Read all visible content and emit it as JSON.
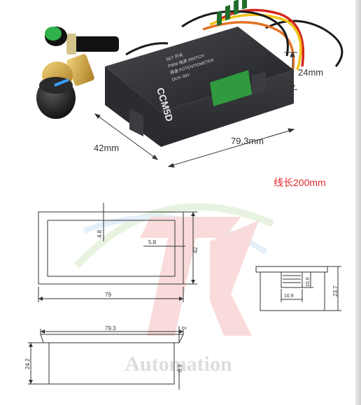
{
  "device": {
    "model_label": "CCM5D",
    "panel_row_1": "SET  开关",
    "panel_row_2": "PWM  电源 SWITCH",
    "panel_row_3": "调速 POTENTIOMETER",
    "panel_row_4": "DC9~30V"
  },
  "dimensions_photo": {
    "height": "24mm",
    "depth": "42mm",
    "width": "79.3mm",
    "wire_length": "线长200mm"
  },
  "drawing_front": {
    "width": "79",
    "height": "42",
    "offset_top": "4.8",
    "offset_side": "5.8"
  },
  "drawing_side": {
    "height": "23.7",
    "terminal_height": "10.6",
    "terminal_width": "10.9"
  },
  "drawing_bottom": {
    "width": "79.3",
    "height": "24.2",
    "lip_top": "2",
    "lip_bottom": "0.9"
  },
  "watermark": "Automation",
  "colors": {
    "dim_text_red": "#e0282c",
    "line": "#333333",
    "housing": "#2b2d30",
    "terminal_green": "#2f9a3e",
    "wire_red": "#d4261d",
    "wire_yellow": "#f0c419",
    "wire_orange": "#e27424",
    "wire_black": "#1a1a1a"
  }
}
